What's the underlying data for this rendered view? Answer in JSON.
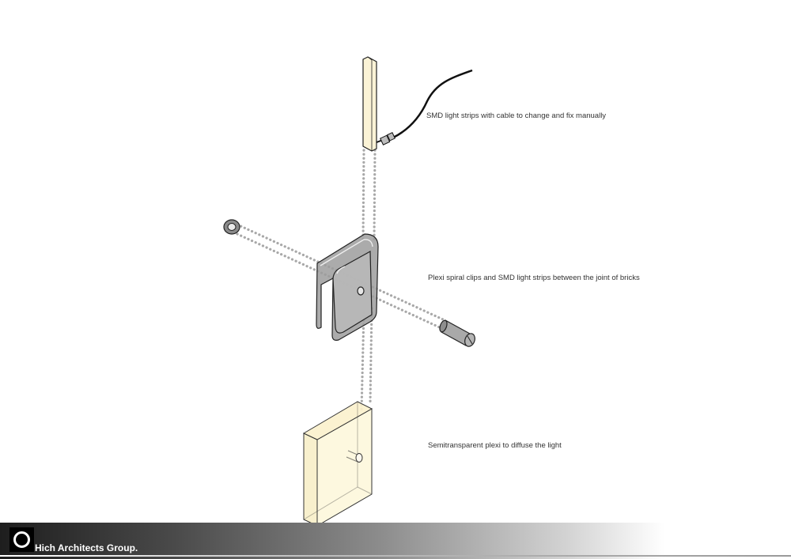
{
  "annotations": {
    "strips": "SMD light strips with cable to change and fix manually",
    "clips": "Plexi spiral clips and SMD light strips between the joint of bricks",
    "plexi": "Semitransparent plexi to diffuse the light"
  },
  "footer": {
    "company": "Hich Architects Group."
  },
  "colors": {
    "strip_fill": "#fbf3d6",
    "plexi_fill": "#fdf7dc",
    "clip_fill": "#9a9a9a",
    "dotted_guide": "#a8a8a8",
    "footer_dark": "#1e1e1e"
  }
}
